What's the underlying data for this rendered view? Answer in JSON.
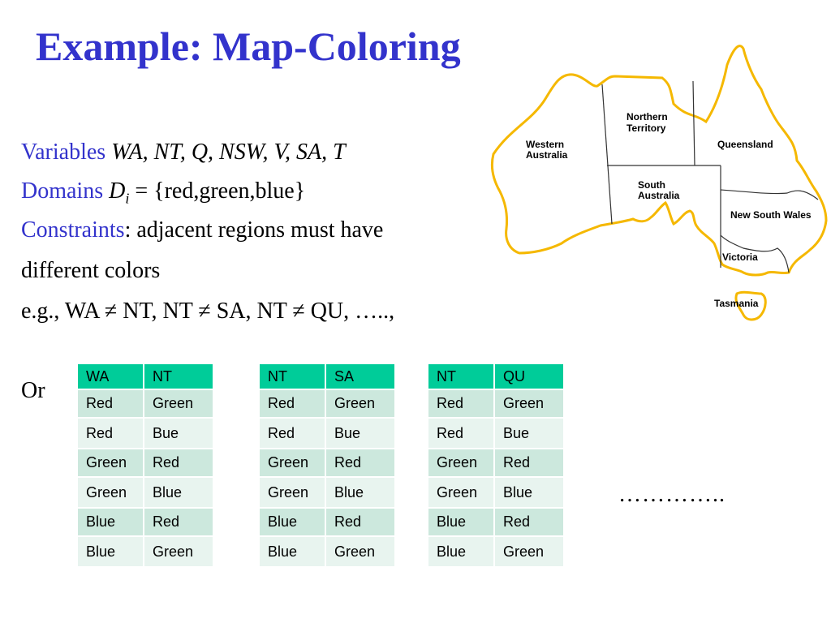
{
  "title": "Example: Map-Coloring",
  "variables": {
    "label": "Variables",
    "value": "WA, NT, Q, NSW, V, SA, T"
  },
  "domains": {
    "label": "Domains",
    "symbol": "D",
    "subscript": "i",
    "value": " = {red,green,blue}"
  },
  "constraints": {
    "label": "Constraints",
    "line1": ": adjacent regions must have",
    "line2": "different colors"
  },
  "example": "e.g., WA ≠ NT, NT ≠ SA, NT ≠ QU, …..,",
  "or_label": "Or",
  "ellipsis": "…………..",
  "map": {
    "regions": {
      "wa_line1": "Western",
      "wa_line2": "Australia",
      "nt_line1": "Northern",
      "nt_line2": "Territory",
      "qld": "Queensland",
      "sa_line1": "South",
      "sa_line2": "Australia",
      "nsw": "New South Wales",
      "vic": "Victoria",
      "tas": "Tasmania"
    },
    "colors": {
      "outline": "#f5b800",
      "border": "#333333"
    }
  },
  "tables": [
    {
      "headers": [
        "WA",
        "NT"
      ],
      "rows": [
        [
          "Red",
          "Green"
        ],
        [
          "Red",
          "Bue"
        ],
        [
          "Green",
          "Red"
        ],
        [
          "Green",
          "Blue"
        ],
        [
          "Blue",
          "Red"
        ],
        [
          "Blue",
          "Green"
        ]
      ]
    },
    {
      "headers": [
        "NT",
        "SA"
      ],
      "rows": [
        [
          "Red",
          "Green"
        ],
        [
          "Red",
          "Bue"
        ],
        [
          "Green",
          "Red"
        ],
        [
          "Green",
          "Blue"
        ],
        [
          "Blue",
          "Red"
        ],
        [
          "Blue",
          "Green"
        ]
      ]
    },
    {
      "headers": [
        "NT",
        "QU"
      ],
      "rows": [
        [
          "Red",
          "Green"
        ],
        [
          "Red",
          "Bue"
        ],
        [
          "Green",
          "Red"
        ],
        [
          "Green",
          "Blue"
        ],
        [
          "Blue",
          "Red"
        ],
        [
          "Blue",
          "Green"
        ]
      ]
    }
  ],
  "table_colors": {
    "header": "#00cc99",
    "row_odd": "#cce8dd",
    "row_even": "#e8f4ef"
  }
}
